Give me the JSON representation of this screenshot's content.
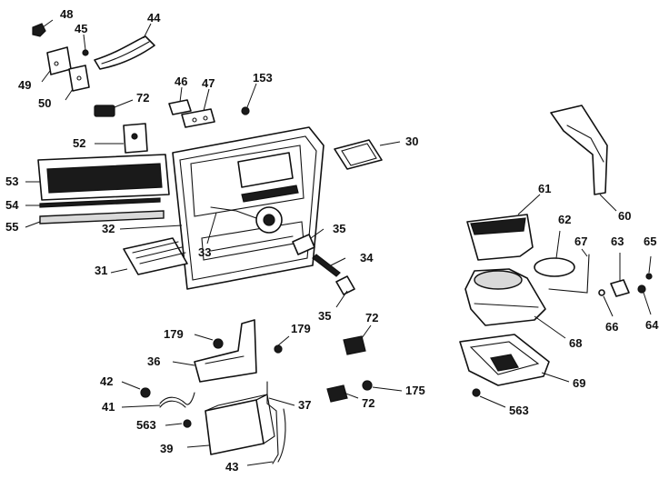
{
  "diagram": {
    "callouts": [
      {
        "id": "c48",
        "label": "48"
      },
      {
        "id": "c45",
        "label": "45"
      },
      {
        "id": "c44",
        "label": "44"
      },
      {
        "id": "c49",
        "label": "49"
      },
      {
        "id": "c50",
        "label": "50"
      },
      {
        "id": "c72a",
        "label": "72"
      },
      {
        "id": "c46",
        "label": "46"
      },
      {
        "id": "c47",
        "label": "47"
      },
      {
        "id": "c153",
        "label": "153"
      },
      {
        "id": "c30",
        "label": "30"
      },
      {
        "id": "c52",
        "label": "52"
      },
      {
        "id": "c53",
        "label": "53"
      },
      {
        "id": "c54",
        "label": "54"
      },
      {
        "id": "c55",
        "label": "55"
      },
      {
        "id": "c32",
        "label": "32"
      },
      {
        "id": "c31",
        "label": "31"
      },
      {
        "id": "c33",
        "label": "33"
      },
      {
        "id": "c35a",
        "label": "35"
      },
      {
        "id": "c34",
        "label": "34"
      },
      {
        "id": "c35b",
        "label": "35"
      },
      {
        "id": "c72b",
        "label": "72"
      },
      {
        "id": "c179a",
        "label": "179"
      },
      {
        "id": "c179b",
        "label": "179"
      },
      {
        "id": "c36",
        "label": "36"
      },
      {
        "id": "c42",
        "label": "42"
      },
      {
        "id": "c41",
        "label": "41"
      },
      {
        "id": "c563a",
        "label": "563"
      },
      {
        "id": "c39",
        "label": "39"
      },
      {
        "id": "c37",
        "label": "37"
      },
      {
        "id": "c43",
        "label": "43"
      },
      {
        "id": "c72c",
        "label": "72"
      },
      {
        "id": "c175",
        "label": "175"
      },
      {
        "id": "c60",
        "label": "60"
      },
      {
        "id": "c61",
        "label": "61"
      },
      {
        "id": "c62",
        "label": "62"
      },
      {
        "id": "c67",
        "label": "67"
      },
      {
        "id": "c63",
        "label": "63"
      },
      {
        "id": "c65",
        "label": "65"
      },
      {
        "id": "c66",
        "label": "66"
      },
      {
        "id": "c64",
        "label": "64"
      },
      {
        "id": "c68",
        "label": "68"
      },
      {
        "id": "c69",
        "label": "69"
      },
      {
        "id": "c563b",
        "label": "563"
      }
    ]
  }
}
